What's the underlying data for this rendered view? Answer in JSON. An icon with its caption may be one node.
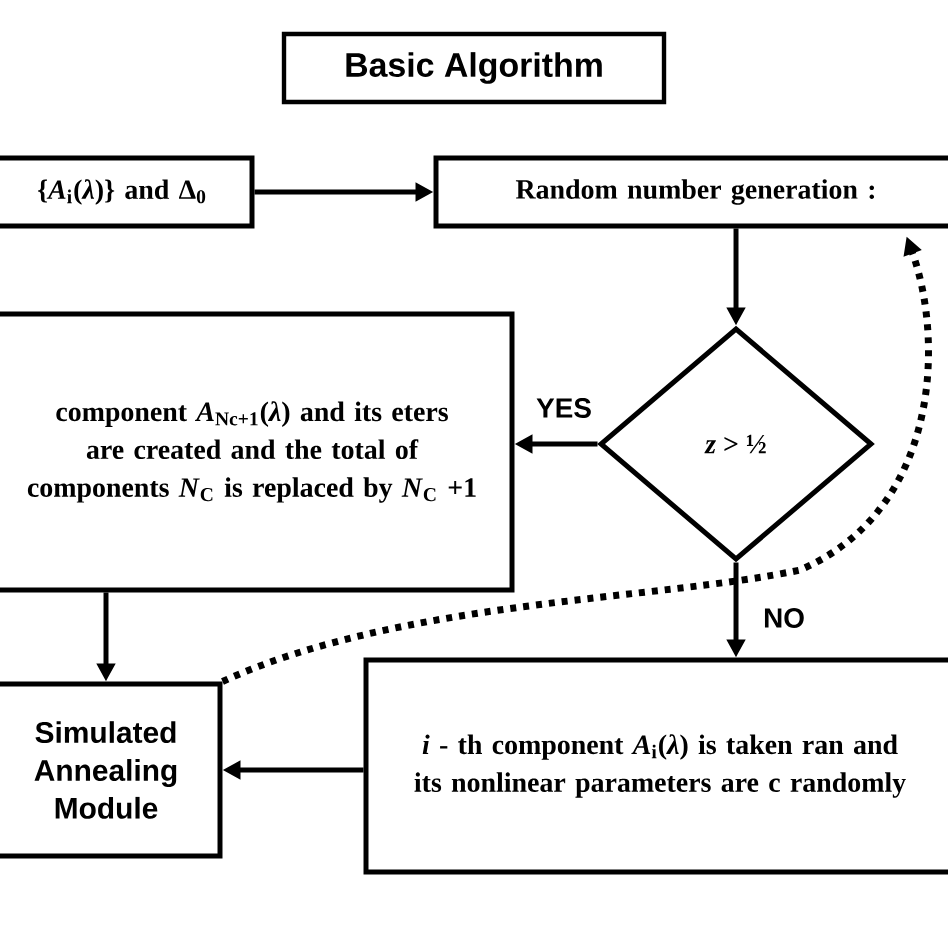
{
  "diagram": {
    "title": "Basic Algorithm",
    "nodes": [
      {
        "text": [
          "{*A*$_{i}$(*λ*)} and Δ$_{0}$"
        ]
      },
      {
        "text": [
          "Random number generation :"
        ]
      },
      {
        "text": [
          "*z* > ½"
        ]
      },
      {
        "text": [
          "component *A*$_{Nc+1}$(*λ*) and its eters are created and the total of components *N*$_{C}$ is replaced by *N*$_{C}$ +1"
        ]
      },
      {
        "text": [
          "Simulated Annealing Module"
        ]
      },
      {
        "text": [
          "*i* - th component *A*$_{i}$(*λ*) is taken ran and its nonlinear parameters are c randomly"
        ]
      }
    ],
    "edges": [
      {
        "from": 0,
        "to": 1,
        "arrow": "to"
      },
      {
        "from": 1,
        "to": 2,
        "arrow": "to"
      },
      {
        "from": 2,
        "to": 3,
        "arrow": "to",
        "label": "YES"
      },
      {
        "from": 2,
        "to": 5,
        "arrow": "to",
        "label": "NO"
      },
      {
        "from": 3,
        "to": 4,
        "arrow": "to"
      },
      {
        "from": 5,
        "to": 4,
        "arrow": "to"
      },
      {
        "from": 4,
        "to": 1,
        "arrow": "to",
        "style": "dashed"
      }
    ]
  }
}
